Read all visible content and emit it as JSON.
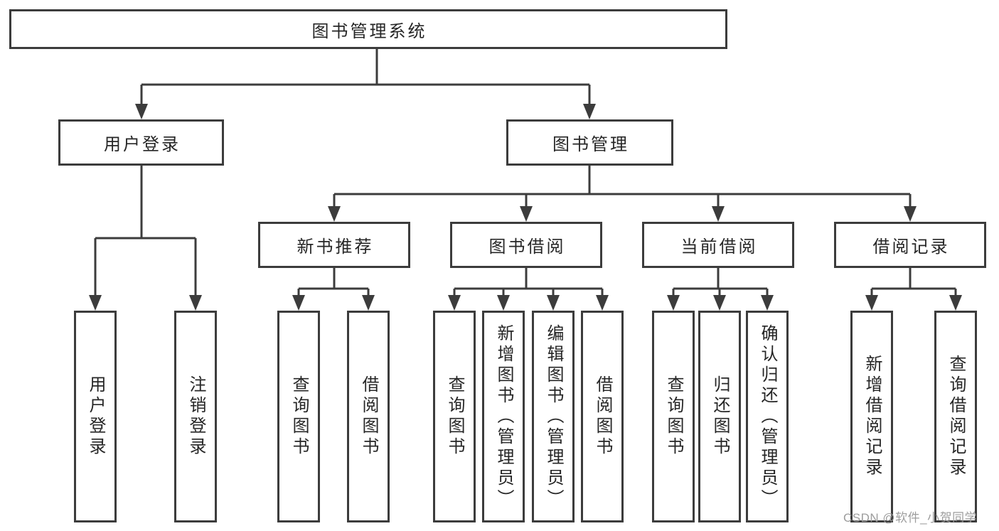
{
  "tree": {
    "root": {
      "label": "图书管理系统"
    },
    "branches": [
      {
        "label": "用户登录",
        "children": [
          {
            "label": "用户登录"
          },
          {
            "label": "注销登录"
          }
        ]
      },
      {
        "label": "图书管理",
        "children": [
          {
            "label": "新书推荐",
            "children": [
              {
                "label": "查询图书"
              },
              {
                "label": "借阅图书"
              }
            ]
          },
          {
            "label": "图书借阅",
            "children": [
              {
                "label": "查询图书"
              },
              {
                "label": "新增图书（管理员）"
              },
              {
                "label": "编辑图书（管理员）"
              },
              {
                "label": "借阅图书"
              }
            ]
          },
          {
            "label": "当前借阅",
            "children": [
              {
                "label": "查询图书"
              },
              {
                "label": "归还图书"
              },
              {
                "label": "确认归还（管理员）"
              }
            ]
          },
          {
            "label": "借阅记录",
            "children": [
              {
                "label": "新增借阅记录"
              },
              {
                "label": "查询借阅记录"
              }
            ]
          }
        ]
      }
    ]
  },
  "watermark": {
    "text": "CSDN @软件_小贺同学"
  },
  "colors": {
    "line": "#3c3c3c",
    "box_border": "#3c3c3c",
    "text": "#262626",
    "watermark": "#9d9d9d",
    "background": "#ffffff"
  }
}
